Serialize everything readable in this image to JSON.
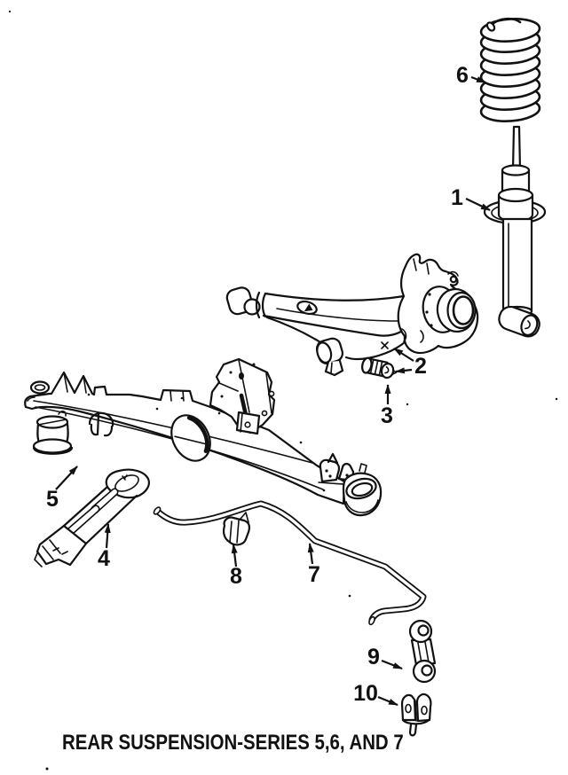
{
  "caption": "REAR SUSPENSION-SERIES 5,6, AND 7",
  "callouts": {
    "1": "1",
    "2": "2",
    "3": "3",
    "4": "4",
    "5": "5",
    "6": "6",
    "7": "7",
    "8": "8",
    "9": "9",
    "10": "10"
  },
  "colors": {
    "ink": "#111111",
    "paper": "#ffffff"
  }
}
